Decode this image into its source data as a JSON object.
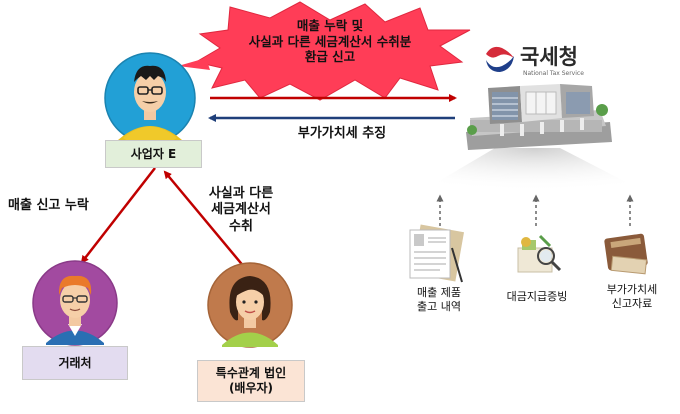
{
  "burst": {
    "text": "매출 누락 및\n사실과 다른 세금계산서 수취분\n환급 신고"
  },
  "agency": {
    "name_ko": "국세청",
    "name_en": "National Tax Service"
  },
  "edges": {
    "vat_collection": "부가가치세 추징",
    "sales_omission": "매출 신고 누락",
    "false_invoice": "사실과 다른\n세금계산서\n수취"
  },
  "nodes": {
    "business": "사업자 E",
    "client": "거래처",
    "related": "특수관계 법인\n(배우자)"
  },
  "evidence": [
    {
      "label": "매출 제품\n출고 내역"
    },
    {
      "label": "대금지급증빙"
    },
    {
      "label": "부가가치세\n신고자료"
    }
  ],
  "colors": {
    "red_arrow": "#c00000",
    "blue_arrow": "#1f3f7a",
    "burst": "#ff3d57",
    "label_green": "#e2efda",
    "label_purple": "#e3dcf0",
    "label_peach": "#fbe4d5"
  }
}
